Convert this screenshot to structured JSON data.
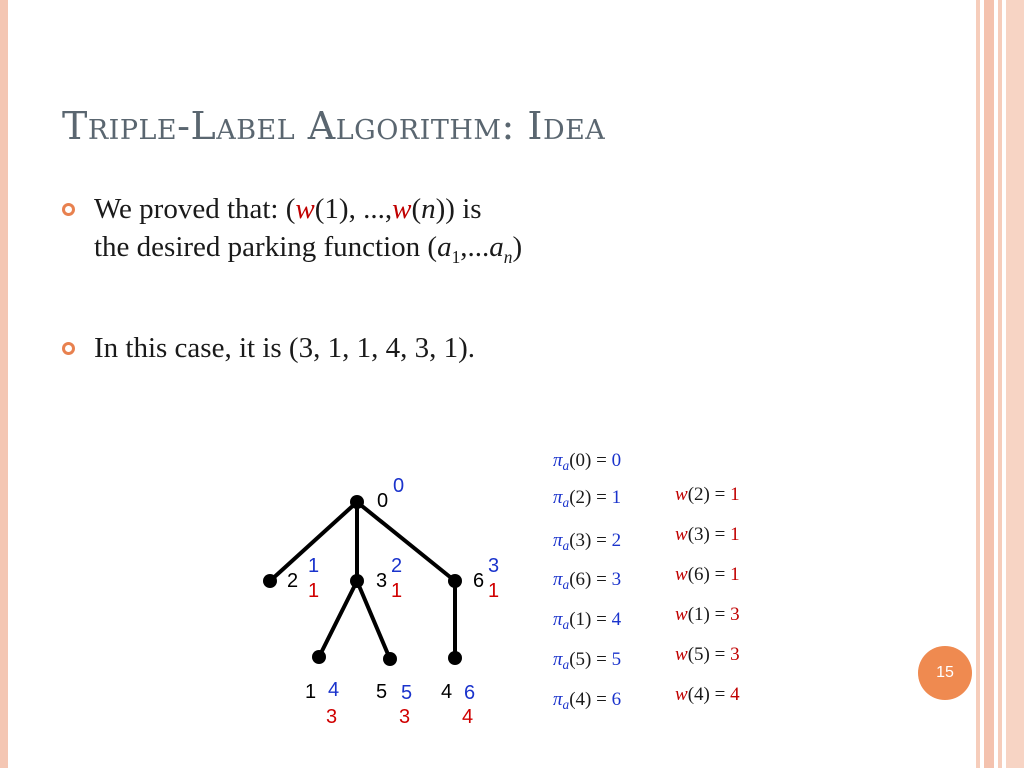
{
  "slide": {
    "title": "Triple-Label Algorithm: Idea",
    "page_number": "15",
    "bullets": [
      {
        "line1_prefix": "We proved that: ",
        "line1_open": "(",
        "w": "w",
        "arg1": "(1), ...,",
        "argn_open": "(",
        "n": "n",
        "argn_close": ")",
        "line1_close": ")",
        "line1_suffix": " is",
        "line2_prefix": "the desired parking function  ",
        "a_open": "(",
        "a": "a",
        "sub1": "1",
        "dots": ",...",
        "subn": "n",
        "a_close": ")"
      },
      {
        "prefix": "In this case, it is ",
        "value": "(3, 1, 1, 4, 3, 1)."
      }
    ]
  },
  "tree": {
    "nodes": [
      {
        "id": "0",
        "blue": "0",
        "red": ""
      },
      {
        "id": "2",
        "blue": "1",
        "red": "1"
      },
      {
        "id": "3",
        "blue": "2",
        "red": "1"
      },
      {
        "id": "6",
        "blue": "3",
        "red": "1"
      },
      {
        "id": "1",
        "blue": "4",
        "red": "3"
      },
      {
        "id": "5",
        "blue": "5",
        "red": "3"
      },
      {
        "id": "4",
        "blue": "6",
        "red": "4"
      }
    ]
  },
  "pi_equations": [
    {
      "pi": "π",
      "sub": "a",
      "arg": "(0) = ",
      "val": "0"
    },
    {
      "pi": "π",
      "sub": "a",
      "arg": "(2) = ",
      "val": "1"
    },
    {
      "pi": "π",
      "sub": "a",
      "arg": "(3) = ",
      "val": "2"
    },
    {
      "pi": "π",
      "sub": "a",
      "arg": "(6) = ",
      "val": "3"
    },
    {
      "pi": "π",
      "sub": "a",
      "arg": "(1) = ",
      "val": "4"
    },
    {
      "pi": "π",
      "sub": "a",
      "arg": "(5) = ",
      "val": "5"
    },
    {
      "pi": "π",
      "sub": "a",
      "arg": "(4) = ",
      "val": "6"
    }
  ],
  "w_equations": [
    {
      "w": "w",
      "arg": "(2) = ",
      "val": "1"
    },
    {
      "w": "w",
      "arg": "(3) = ",
      "val": "1"
    },
    {
      "w": "w",
      "arg": "(6) = ",
      "val": "1"
    },
    {
      "w": "w",
      "arg": "(1) = ",
      "val": "3"
    },
    {
      "w": "w",
      "arg": "(5) = ",
      "val": "3"
    },
    {
      "w": "w",
      "arg": "(4) = ",
      "val": "4"
    }
  ],
  "colors": {
    "accent": "#ef8a50",
    "blue_label": "#1a33cc",
    "red_label": "#c00000",
    "title": "#5a6670"
  }
}
